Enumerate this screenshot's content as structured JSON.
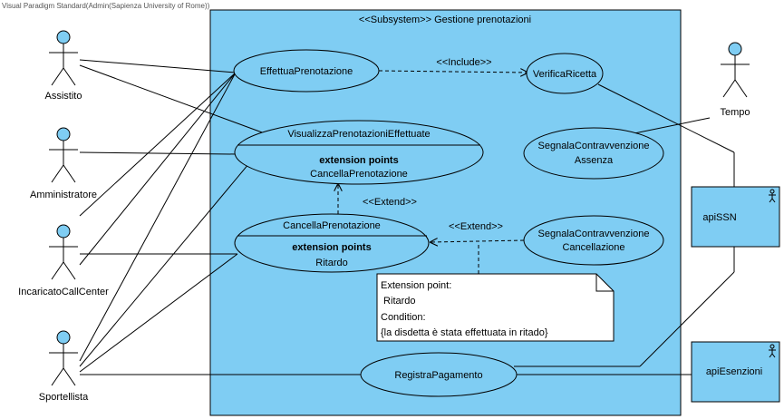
{
  "watermark": "Visual Paradigm Standard(Admin(Sapienza University of Rome))",
  "subsystem": {
    "title": "<<Subsystem>> Gestione prenotazioni"
  },
  "actors": {
    "assistito": "Assistito",
    "amministratore": "Amministratore",
    "incaricato": "IncaricatoCallCenter",
    "sportellista": "Sportellista",
    "tempo": "Tempo",
    "api_ssn": "apiSSN",
    "api_esenzioni": "apiEsenzioni"
  },
  "use_cases": {
    "effettua": "EffettuaPrenotazione",
    "verifica": "VerificaRicetta",
    "visualizza": {
      "name": "VisualizzaPrenotazioniEffettuate",
      "ext_title": "extension points",
      "ext_point": "CancellaPrenotazione"
    },
    "segnala_assenza": {
      "line1": "SegnalaContravvenzione",
      "line2": "Assenza"
    },
    "cancella": {
      "name": "CancellaPrenotazione",
      "ext_title": "extension points",
      "ext_point": "Ritardo"
    },
    "segnala_cancellazione": {
      "line1": "SegnalaContravvenzione",
      "line2": "Cancellazione"
    },
    "registra": "RegistraPagamento"
  },
  "relations": {
    "include": "<<Include>>",
    "extend1": "<<Extend>>",
    "extend2": "<<Extend>>"
  },
  "note": {
    "line1": "Extension point:",
    "line2": " Ritardo",
    "line3": "Condition:",
    "line4": "{la disdetta è stata effettuata in ritado}"
  },
  "colors": {
    "fill": "#7fcdf3",
    "border": "#000000"
  }
}
